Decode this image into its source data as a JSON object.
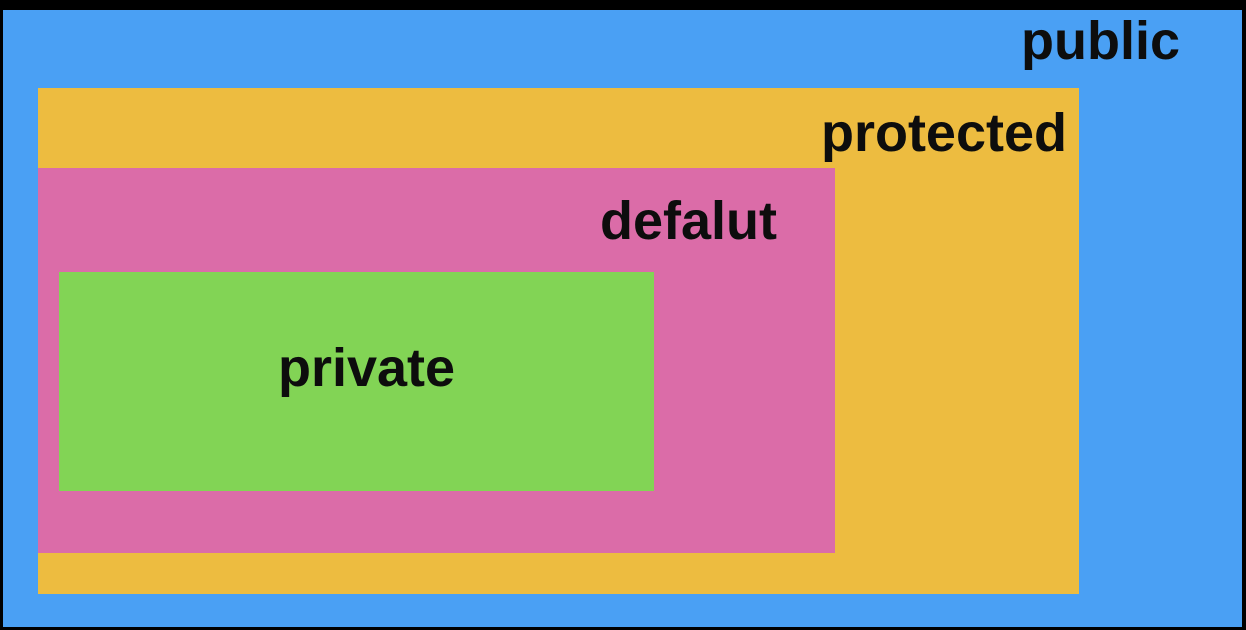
{
  "diagram": {
    "description": "Nested rectangles showing Java access modifier scopes",
    "frame_color": "#000000",
    "text_color": "#0d0d0d",
    "layers": [
      {
        "id": "public",
        "label": "public",
        "color": "#4aa0f4"
      },
      {
        "id": "protected",
        "label": "protected",
        "color": "#edbc40"
      },
      {
        "id": "default",
        "label": "defalut",
        "color": "#db6ca8"
      },
      {
        "id": "private",
        "label": "private",
        "color": "#82d455"
      }
    ]
  }
}
